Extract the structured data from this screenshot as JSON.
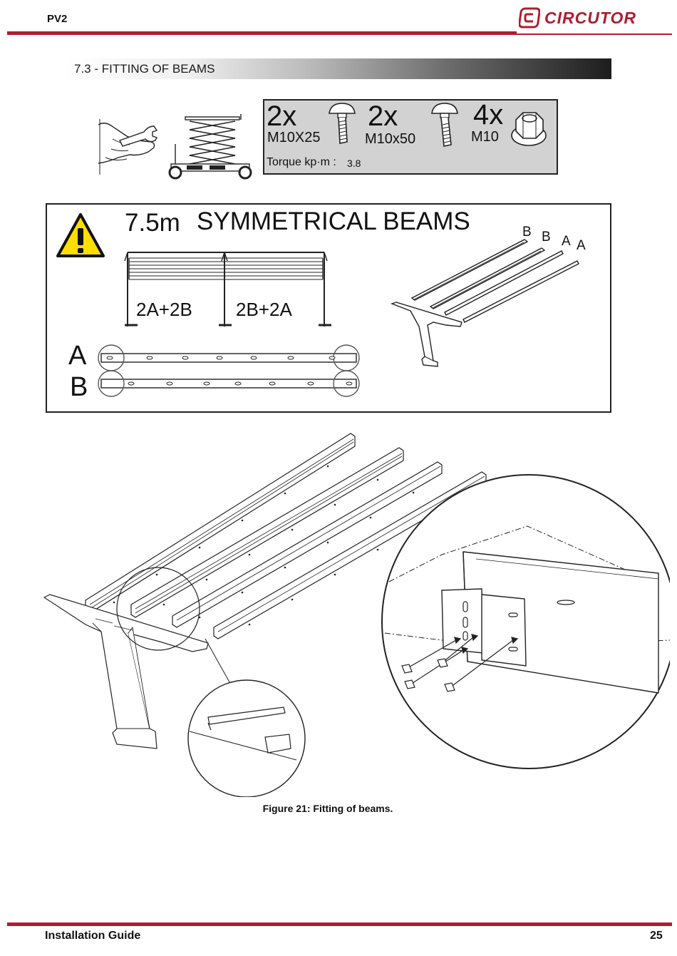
{
  "header": {
    "doc_code": "PV2",
    "brand": "CIRCUTOR",
    "accent_color": "#b01c2e"
  },
  "section": {
    "title": "7.3 - FITTING OF BEAMS"
  },
  "tools": {
    "icons": [
      "wrench-hand-icon",
      "scissor-lift-icon"
    ],
    "items": [
      {
        "qty": "2x",
        "size": "M10X25",
        "icon": "carriage-bolt-short-icon"
      },
      {
        "qty": "2x",
        "size": "M10x50",
        "icon": "carriage-bolt-long-icon"
      },
      {
        "qty": "4x",
        "size": "M10",
        "icon": "hex-flange-nut-icon"
      }
    ],
    "torque_label": "Torque kp·m :",
    "torque_value": "3.8"
  },
  "beams": {
    "length": "7.5m",
    "title": "SYMMETRICAL BEAMS",
    "span_left": "2A+2B",
    "span_right": "2B+2A",
    "profile_a": "A",
    "profile_b": "B",
    "labels_iso": [
      "B",
      "B",
      "A",
      "A"
    ]
  },
  "figure": {
    "caption": "Figure 21: Fitting of beams."
  },
  "footer": {
    "guide": "Installation Guide",
    "page": "25"
  }
}
